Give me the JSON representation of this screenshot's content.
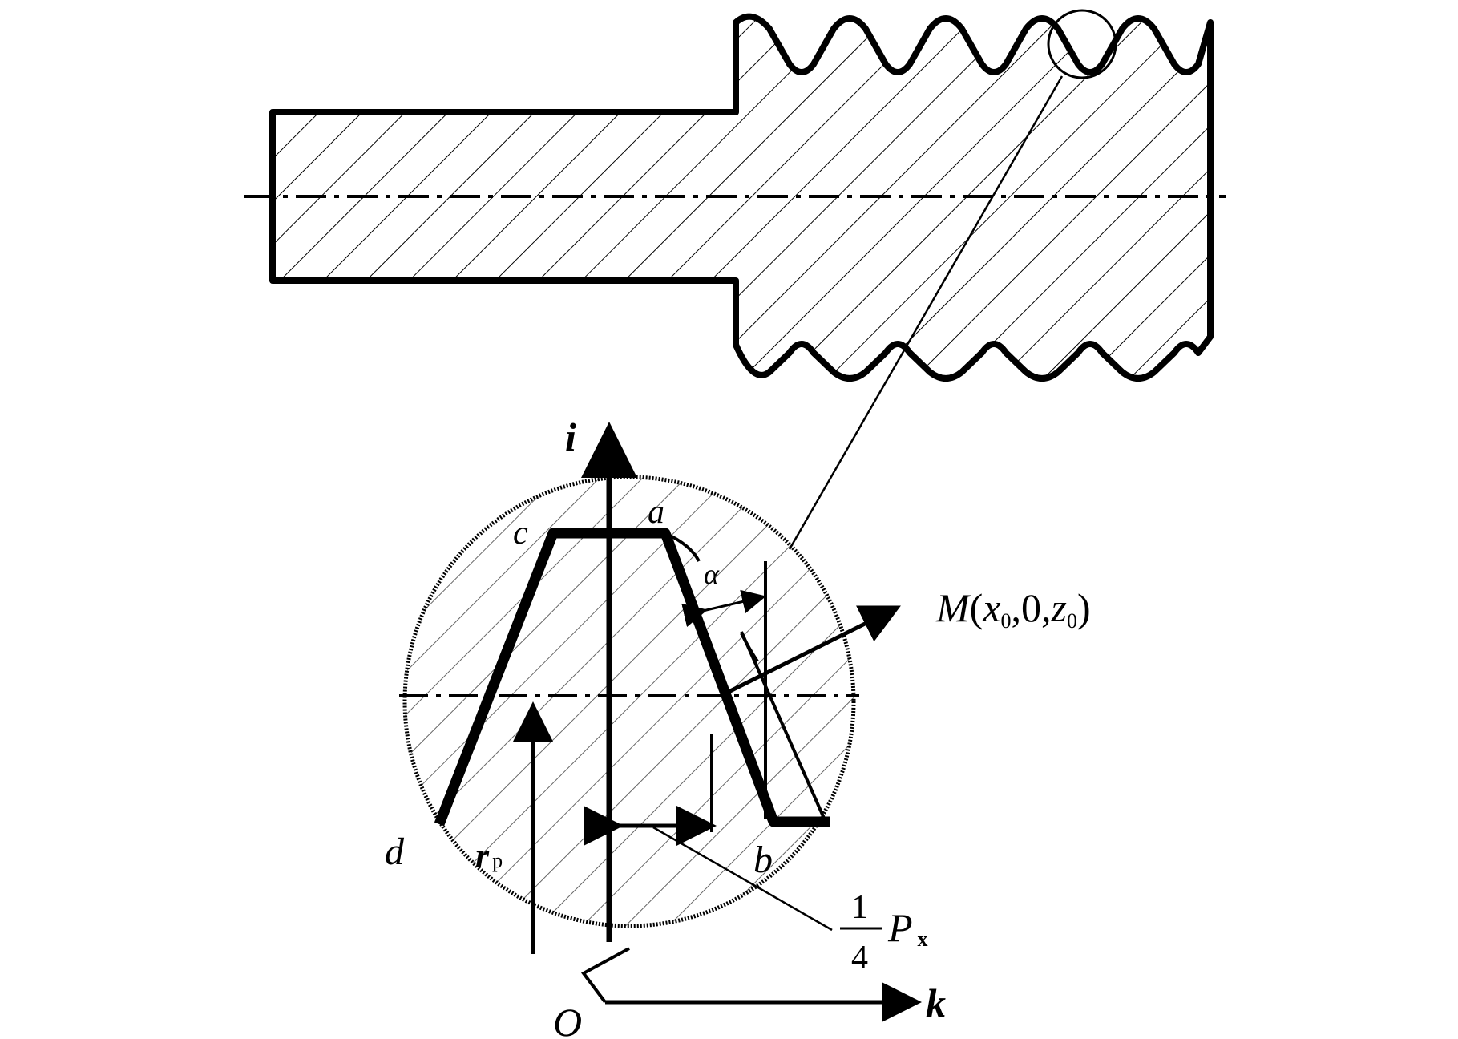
{
  "diagram": {
    "labels": {
      "axis_i": "i",
      "axis_k": "k",
      "origin": "O",
      "point_a": "a",
      "point_b": "b",
      "point_c": "c",
      "point_d": "d",
      "angle_alpha": "α",
      "radius_r": "r",
      "radius_sub": "p",
      "point_M": "M",
      "point_M_open": "(",
      "point_M_x": "x",
      "point_M_x_sub": "0",
      "point_M_sep1": ",0,",
      "point_M_z": "z",
      "point_M_z_sub": "0",
      "point_M_close": ")",
      "frac_num": "1",
      "frac_den": "4",
      "pitch_P": "P",
      "pitch_sub": "x"
    },
    "colors": {
      "ink": "#000000",
      "paper": "#ffffff"
    }
  }
}
